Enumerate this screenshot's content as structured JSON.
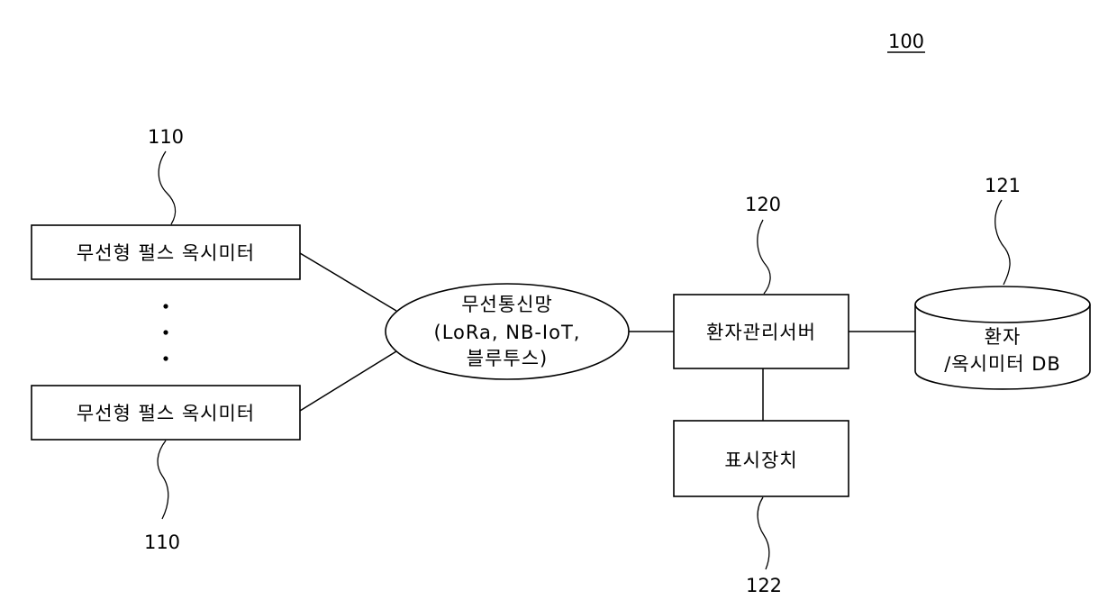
{
  "figure_label": "100",
  "devices": {
    "top": {
      "ref": "110",
      "label": "무선형 펄스 옥시미터"
    },
    "bottom": {
      "ref": "110",
      "label": "무선형 펄스 옥시미터"
    },
    "ellipsis": "•\n•\n•"
  },
  "network": {
    "line1": "무선통신망",
    "line2": "(LoRa, NB-IoT,",
    "line3": "블루투스)"
  },
  "server": {
    "ref": "120",
    "label": "환자관리서버"
  },
  "database": {
    "ref": "121",
    "line1": "환자",
    "line2": "/옥시미터 DB"
  },
  "display": {
    "ref": "122",
    "label": "표시장치"
  }
}
